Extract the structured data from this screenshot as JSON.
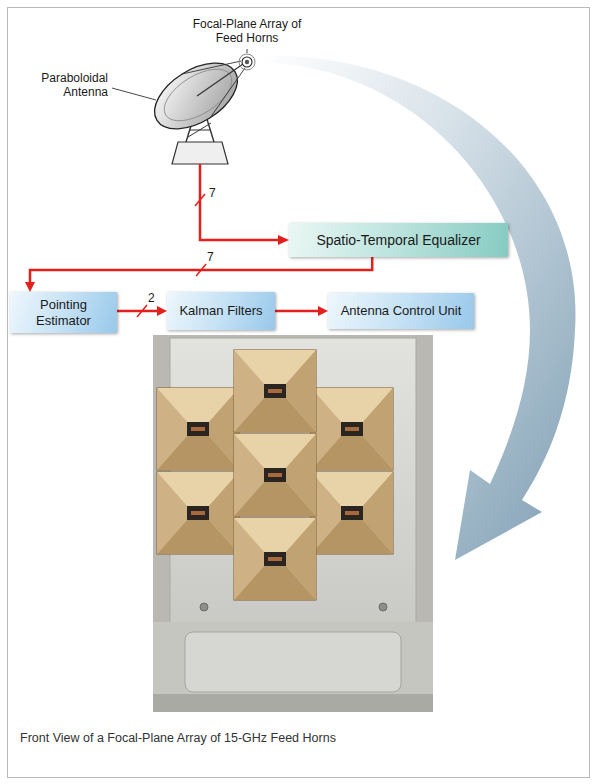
{
  "diagram": {
    "caption": "Front View of a Focal-Plane Array of 15-GHz Feed Horns",
    "nodes": [
      {
        "text": [
          "Spatio-Temporal Equalizer"
        ]
      },
      {
        "text": [
          "Pointing Estimator"
        ]
      },
      {
        "text": [
          "Kalman Filters"
        ]
      },
      {
        "text": [
          "Antenna Control Unit"
        ]
      }
    ],
    "edges": [
      {
        "from": 0,
        "to": 1,
        "arrow": "to",
        "label": "7"
      },
      {
        "from": 1,
        "to": 2,
        "arrow": "to",
        "label": "2"
      },
      {
        "from": 2,
        "to": 3,
        "arrow": "to"
      }
    ],
    "labels": [
      "Focal-Plane Array of Feed Horns",
      "Paraboloidal Antenna",
      "7"
    ]
  }
}
